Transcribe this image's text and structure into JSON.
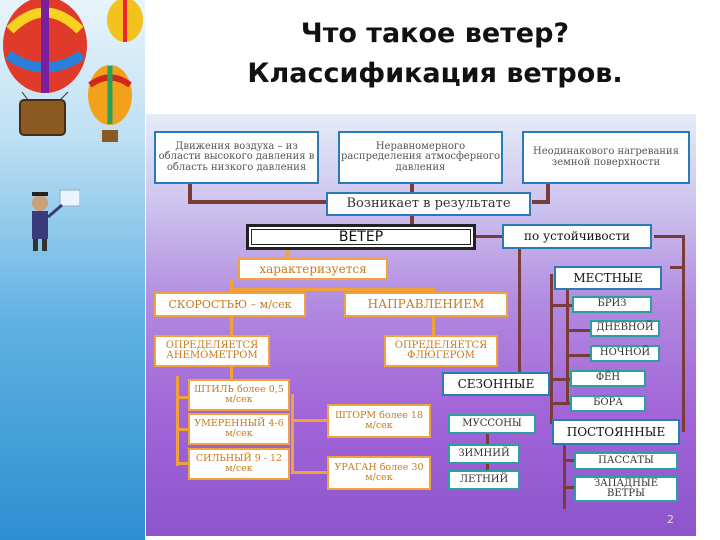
{
  "title_line1": "Что такое ветер?",
  "title_line2": "Классификация ветров.",
  "cause1": "Движения воздуха – из области высокого давления в область низкого давления",
  "cause2": "Неравномерного распределения атмосферного давления",
  "cause3": "Неодинакового нагревания земной поверхности",
  "arises": "Возникает в результате",
  "wind": "ВЕТЕР",
  "stability": "по устойчивости",
  "characterized": "характеризуется",
  "speed": "СКОРОСТЬЮ – м/сек",
  "direction": "НАПРАВЛЕНИЕМ",
  "anemometer": "ОПРЕДЕЛЯЕТСЯ АНЕМОМЕТРОМ",
  "flugger": "ОПРЕДЕЛЯЕТСЯ ФЛЮГЕРОМ",
  "calm": "ШТИЛЬ более 0,5 м/сек",
  "moderate": "УМЕРЕННЫЙ 4-6 м/сек",
  "strong": "СИЛЬНЫЙ 9 - 12 м/сек",
  "storm": "ШТОРМ более 18 м/сек",
  "hurricane": "УРАГАН более 30 м/сек",
  "local": "МЕСТНЫЕ",
  "breeze": "БРИЗ",
  "day": "ДНЕВНОЙ",
  "night": "НОЧНОЙ",
  "foehn": "ФЁН",
  "bora": "БОРА",
  "seasonal": "СЕЗОННЫЕ",
  "monsoons": "МУССОНЫ",
  "winter": "ЗИМНИЙ",
  "summer": "ЛЕТНИЙ",
  "permanent": "ПОСТОЯННЫЕ",
  "trade": "ПАССАТЫ",
  "west": "ЗАПАДНЫЕ ВЕТРЫ",
  "page": "2"
}
